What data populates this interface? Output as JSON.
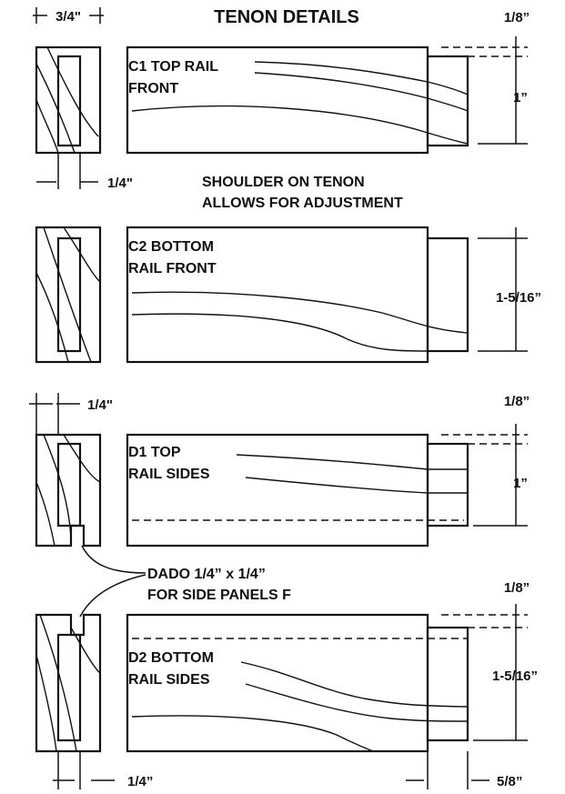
{
  "title": "TENON DETAILS",
  "parts": [
    {
      "id": "C1",
      "label_lines": [
        "C1 TOP RAIL",
        "FRONT"
      ]
    },
    {
      "id": "C2",
      "label_lines": [
        "C2 BOTTOM",
        "RAIL FRONT"
      ]
    },
    {
      "id": "D1",
      "label_lines": [
        "D1 TOP",
        "RAIL SIDES"
      ]
    },
    {
      "id": "D2",
      "label_lines": [
        "D2 BOTTOM",
        "RAIL SIDES"
      ]
    }
  ],
  "notes": {
    "shoulder": [
      "SHOULDER ON TENON",
      "ALLOWS FOR ADJUSTMENT"
    ],
    "dado": [
      "DADO 1/4” x 1/4”",
      "FOR SIDE  PANELS F"
    ]
  },
  "dimensions": {
    "top_width": "3/4\"",
    "c1_tenon_thickness": "1/4\"",
    "c1_shoulder": "1/8”",
    "c1_tenon_width": "1”",
    "c2_tenon_width": "1-5/16”",
    "d1_tenon_thickness": "1/4\"",
    "d1_shoulder": "1/8”",
    "d1_tenon_width": "1”",
    "d2_shoulder": "1/8”",
    "d2_tenon_width": "1-5/16”",
    "d2_tenon_thickness": "1/4”",
    "tenon_length": "5/8”"
  }
}
